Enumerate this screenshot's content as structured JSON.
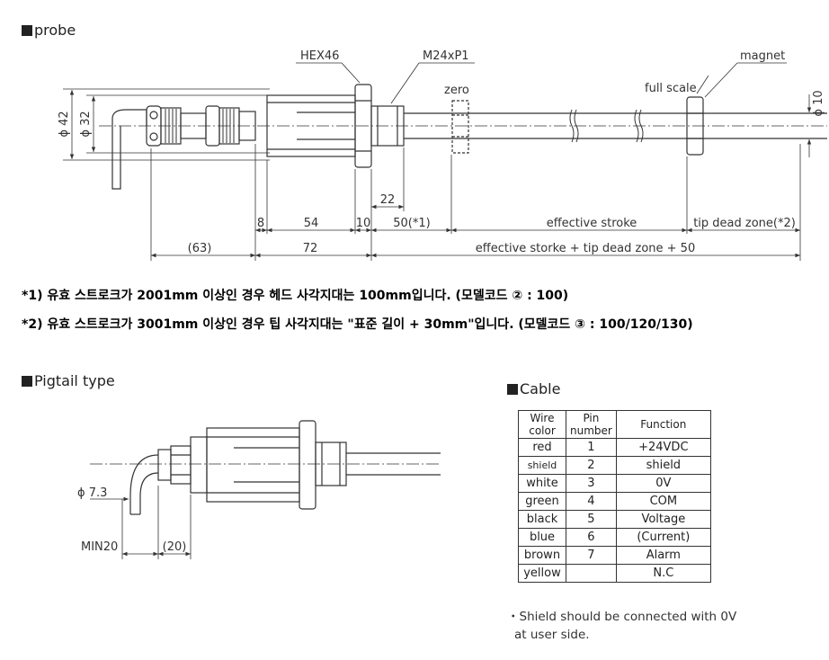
{
  "sections": {
    "probe": "probe",
    "pigtail": "Pigtail type",
    "cable": "Cable"
  },
  "probe_drawing": {
    "hex": "HEX46",
    "thread": "M24xP1",
    "zero": "zero",
    "full_scale": "full scale",
    "magnet": "magnet",
    "phi42": "ϕ 42",
    "phi32": "ϕ 32",
    "phi10": "ϕ 10",
    "d22": "22",
    "d8": "8",
    "d54": "54",
    "d10": "10",
    "d50": "50(*1)",
    "effective_stroke": "effective stroke",
    "tip_dead_zone": "tip dead zone(*2)",
    "d63": "(63)",
    "d72": "72",
    "total": "effective storke + tip dead zone + 50"
  },
  "notes": [
    "*1) 유효 스트로크가 2001mm 이상인 경우 헤드 사각지대는 100mm입니다. (모델코드 ② : 100)",
    "*2) 유효 스트로크가 3001mm 이상인 경우 팁 사각지대는 \"표준 길이 + 30mm\"입니다. (모델코드 ③ : 100/120/130)"
  ],
  "pigtail_drawing": {
    "phi73": "ϕ 7.3",
    "min20": "MIN20",
    "d20": "(20)"
  },
  "cable": {
    "headers": [
      "Wire color",
      "Pin number",
      "Function"
    ],
    "rows": [
      {
        "color": "red",
        "pin": "1",
        "func": "+24VDC"
      },
      {
        "color": "shield",
        "pin": "2",
        "func": "shield"
      },
      {
        "color": "white",
        "pin": "3",
        "func": "0V"
      },
      {
        "color": "green",
        "pin": "4",
        "func": "COM"
      },
      {
        "color": "black",
        "pin": "5",
        "func": "Voltage"
      },
      {
        "color": "blue",
        "pin": "6",
        "func": "(Current)"
      },
      {
        "color": "brown",
        "pin": "7",
        "func": "Alarm"
      },
      {
        "color": "yellow",
        "pin": "",
        "func": "N.C"
      }
    ],
    "footnote_line1": "・Shield should be connected with 0V",
    "footnote_line2": "at user side."
  }
}
